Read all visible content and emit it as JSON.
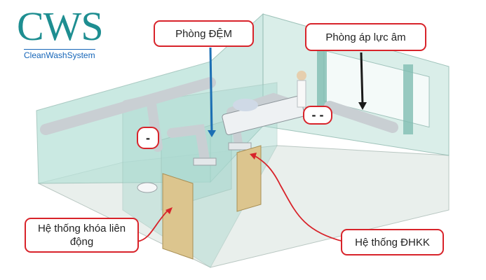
{
  "logo": {
    "main": "CWS",
    "sub": "CleanWashSystem",
    "colors": {
      "main": "#1e8e91",
      "sub": "#1565b8"
    }
  },
  "labels": {
    "anteroom": "Phòng ĐỆM",
    "negative_pressure_room": "Phòng áp lực âm",
    "interlock_system": "Hệ thống khóa liên động",
    "hvac_system": "Hệ thống ĐHKK",
    "pressure_anteroom": "-",
    "pressure_room": "- -"
  },
  "colors": {
    "callout_border": "#d8232a",
    "glass_wall": "#a9d8cf",
    "floor": "#e9efec",
    "duct": "#c9cfd3",
    "door": "#dcc58e"
  }
}
